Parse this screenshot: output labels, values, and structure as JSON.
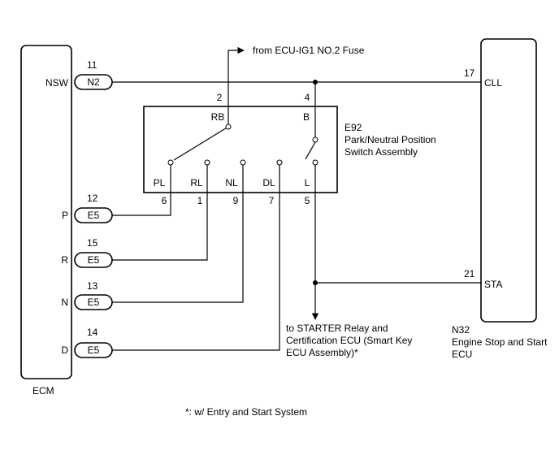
{
  "ecm": {
    "name": "ECM",
    "ports": [
      {
        "signal": "NSW",
        "connector": "N2",
        "pin": "11"
      },
      {
        "signal": "P",
        "connector": "E5",
        "pin": "12"
      },
      {
        "signal": "R",
        "connector": "E5",
        "pin": "15"
      },
      {
        "signal": "N",
        "connector": "E5",
        "pin": "13"
      },
      {
        "signal": "D",
        "connector": "E5",
        "pin": "14"
      }
    ]
  },
  "switch": {
    "id": "E92",
    "name_line1": "Park/Neutral Position",
    "name_line2": "Switch Assembly",
    "top_terminals": [
      {
        "label": "RB",
        "pin": "2"
      },
      {
        "label": "B",
        "pin": "4"
      }
    ],
    "bottom_terminals": [
      {
        "label": "PL",
        "pin": "6"
      },
      {
        "label": "RL",
        "pin": "1"
      },
      {
        "label": "NL",
        "pin": "9"
      },
      {
        "label": "DL",
        "pin": "7"
      },
      {
        "label": "L",
        "pin": "5"
      }
    ]
  },
  "engine_ecu": {
    "id": "N32",
    "name_line1": "Engine Stop and Start",
    "name_line2": "ECU",
    "ports": [
      {
        "signal": "CLL",
        "pin": "17"
      },
      {
        "signal": "STA",
        "pin": "21"
      }
    ]
  },
  "fuse_label": "from ECU-IG1 NO.2 Fuse",
  "starter_label": {
    "line1": "to STARTER Relay and",
    "line2": "Certification ECU (Smart Key",
    "line3": "ECU Assembly)*"
  },
  "footnote": "*: w/ Entry and Start System"
}
